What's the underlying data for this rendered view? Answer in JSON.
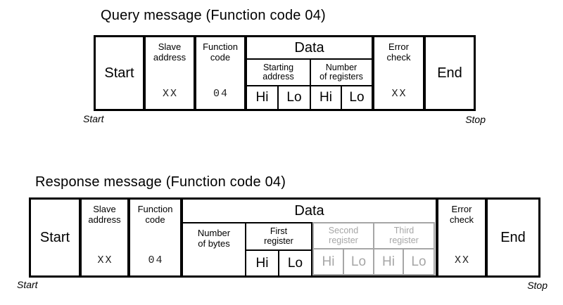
{
  "colors": {
    "ink": "#000000",
    "muted": "#a6a6a6",
    "value_text": "#222222"
  },
  "query": {
    "title": "Query message (Function code 04)",
    "start_cell": "Start",
    "end_cell": "End",
    "slave": {
      "l1": "Slave",
      "l2": "address",
      "value": "XX"
    },
    "function": {
      "l1": "Function",
      "l2": "code",
      "value": "04"
    },
    "data": {
      "label": "Data",
      "starting_address": {
        "l1": "Starting",
        "l2": "address",
        "hi": "Hi",
        "lo": "Lo"
      },
      "num_registers": {
        "l1": "Number",
        "l2": "of registers",
        "hi": "Hi",
        "lo": "Lo"
      }
    },
    "error": {
      "l1": "Error",
      "l2": "check",
      "value": "XX"
    },
    "start_marker": "Start",
    "stop_marker": "Stop"
  },
  "response": {
    "title": "Response message (Function code 04)",
    "start_cell": "Start",
    "end_cell": "End",
    "slave": {
      "l1": "Slave",
      "l2": "address",
      "value": "XX"
    },
    "function": {
      "l1": "Function",
      "l2": "code",
      "value": "04"
    },
    "data": {
      "label": "Data",
      "num_bytes": {
        "l1": "Number",
        "l2": "of bytes"
      },
      "first_register": {
        "l1": "First",
        "l2": "register",
        "hi": "Hi",
        "lo": "Lo"
      },
      "second_register": {
        "l1": "Second",
        "l2": "register",
        "hi": "Hi",
        "lo": "Lo"
      },
      "third_register": {
        "l1": "Third",
        "l2": "register",
        "hi": "Hi",
        "lo": "Lo"
      }
    },
    "error": {
      "l1": "Error",
      "l2": "check",
      "value": "XX"
    },
    "start_marker": "Start",
    "stop_marker": "Stop"
  }
}
